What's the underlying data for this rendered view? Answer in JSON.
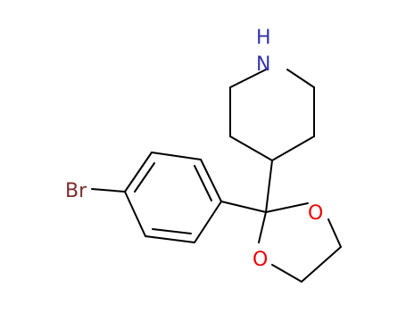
{
  "molecule": {
    "atom_labels": {
      "nh": "NH",
      "br": "Br",
      "o_upper": "O",
      "o_lower": "O"
    },
    "colors": {
      "bond": "#000000",
      "nitrogen": "#3333aa",
      "oxygen": "#ee0000",
      "bromine": "#7a2e2e",
      "background": "#ffffff"
    }
  }
}
